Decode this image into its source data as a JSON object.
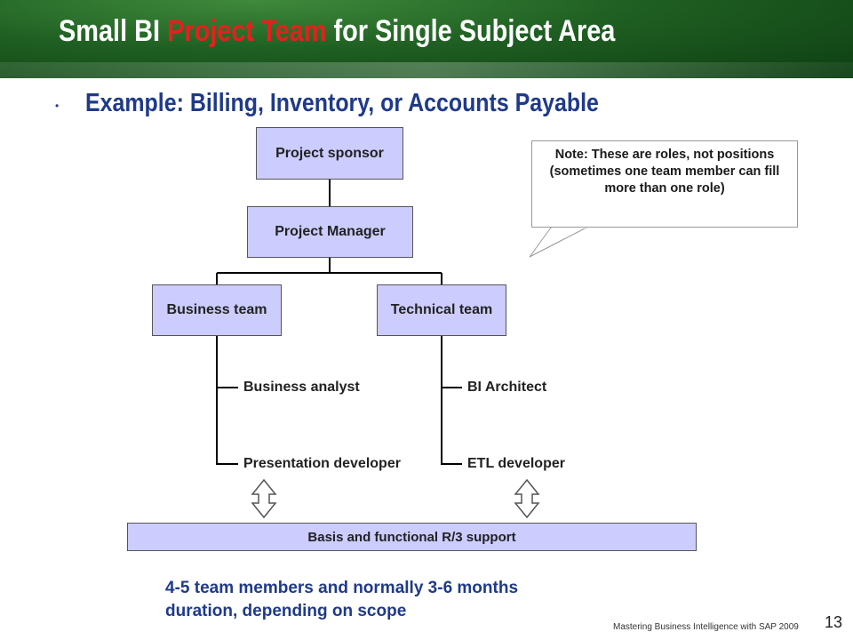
{
  "header": {
    "title_part1": "Small BI ",
    "title_accent": "Project Team",
    "title_part2": " for Single Subject Area",
    "accent_color": "#e3211c"
  },
  "subtitle": "Example: Billing, Inventory, or Accounts Payable",
  "org_chart": {
    "sponsor": "Project sponsor",
    "manager": "Project Manager",
    "business_team": "Business team",
    "technical_team": "Technical team",
    "business_members": [
      "Business analyst",
      "Presentation developer"
    ],
    "technical_members": [
      "BI Architect",
      "ETL developer"
    ],
    "support": "Basis and functional R/3 support",
    "box_color": "#ccccff"
  },
  "note": "Note: These are roles, not positions (sometimes one team member can fill more than one role)",
  "summary_line1": "4-5 team members and normally 3-6 months",
  "summary_line2": "duration, depending on scope",
  "footer": "Mastering Business Intelligence with SAP 2009",
  "page_number": "13"
}
